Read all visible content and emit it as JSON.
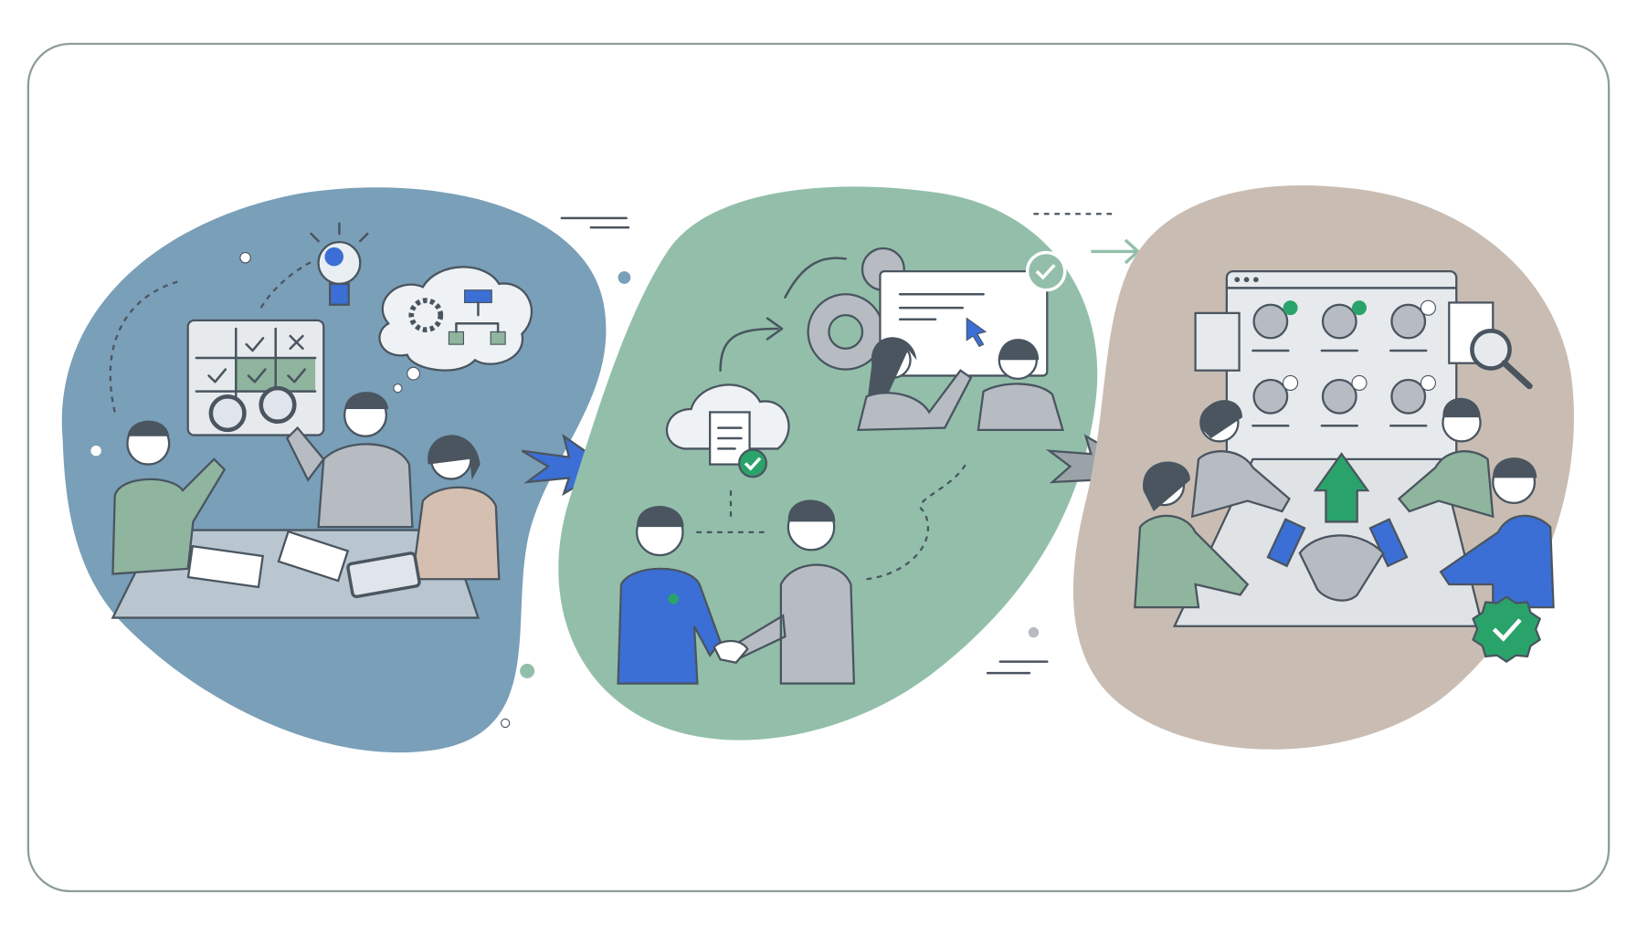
{
  "colors": {
    "frame": "#8e9c9c",
    "blob_research": "#7a9fb8",
    "blob_collaborate": "#93bfaa",
    "blob_agreement": "#c9bdb3",
    "accent_blue": "#3b6fd6",
    "accent_green": "#2aa36b",
    "arrow_gray": "#9aa3a8",
    "shirt_green": "#8fb59e",
    "shirt_gray": "#b7bcc2",
    "shirt_tan": "#d5bfb0"
  },
  "stages": [
    {
      "id": "research",
      "icons": [
        "lightbulb-icon",
        "gear-icon",
        "flowchart-icon",
        "checklist-board",
        "magnifier-icon"
      ]
    },
    {
      "id": "collaborate",
      "icons": [
        "cloud-document-icon",
        "gear-icon",
        "presentation-screen",
        "cursor-icon",
        "check-badge-icon"
      ]
    },
    {
      "id": "agreement",
      "icons": [
        "profile-grid-window",
        "document-icon",
        "magnifier-icon",
        "growth-arrow-icon",
        "handshake-icon",
        "verified-badge-icon"
      ]
    }
  ]
}
